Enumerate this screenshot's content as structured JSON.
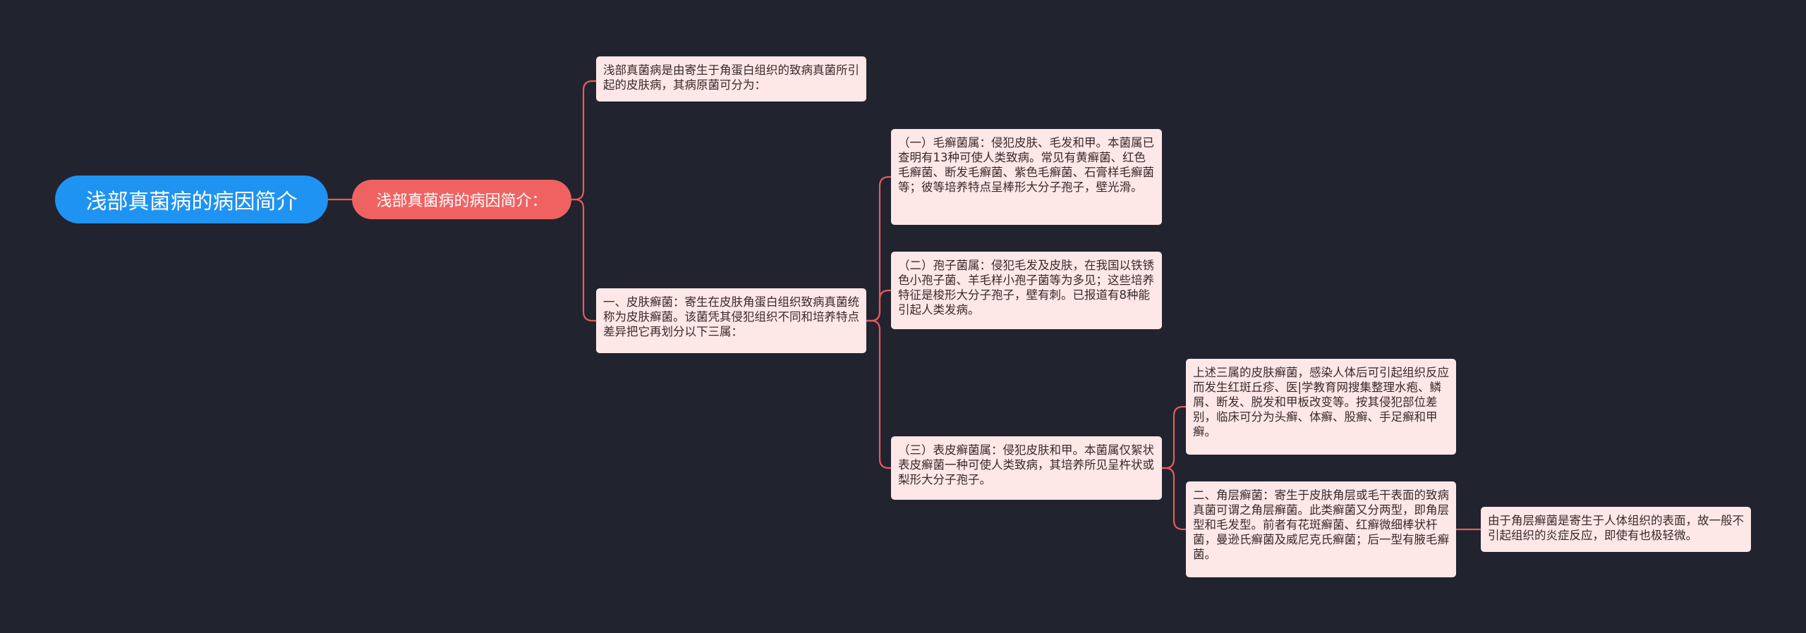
{
  "root": {
    "label": "浅部真菌病的病因简介"
  },
  "main": {
    "label": "浅部真菌病的病因简介："
  },
  "nodes": {
    "intro": "浅部真菌病是由寄生于角蛋白组织的致病真菌所引起的皮肤病，其病原菌可分为：",
    "skin_dermatophyte": "一、皮肤癣菌：寄生在皮肤角蛋白组织致病真菌统称为皮肤癣菌。该菌凭其侵犯组织不同和培养特点差异把它再划分以下三属：",
    "trichophyton": "（一）毛癣菌属：侵犯皮肤、毛发和甲。本菌属已查明有13种可使人类致病。常见有黄癣菌、红色毛癣菌、断发毛癣菌、紫色毛癣菌、石膏样毛癣菌等；彼等培养特点呈棒形大分子孢子，壁光滑。",
    "microsporum": "（二）孢子菌属：侵犯毛发及皮肤，在我国以铁锈色小孢子菌、羊毛样小孢子菌等为多见；这些培养特征是梭形大分子孢子，壁有刺。已报道有8种能引起人类发病。",
    "epidermophyton": "（三）表皮癣菌属：侵犯皮肤和甲。本菌属仅絮状表皮癣菌一种可使人类致病，其培养所见呈杵状或梨形大分子孢子。",
    "symptoms": "上述三属的皮肤癣菌，感染人体后可引起组织反应而发生红斑丘疹、医|学教育网搜集整理水疱、鳞屑、断发、脱发和甲板改变等。按其侵犯部位差别，临床可分为头癣、体癣、股癣、手足癣和甲癣。",
    "keratinophilic": "二、角层癣菌：寄生于皮肤角层或毛干表面的致病真菌可谓之角层癣菌。此类癣菌又分两型，即角层型和毛发型。前者有花斑癣菌、红癣微细棒状杆菌，曼逊氏癣菌及威尼克氏癣菌；后一型有腋毛癣菌。",
    "mild_reaction": "由于角层癣菌是寄生于人体组织的表面，故一般不引起组织的炎症反应，即使有也极轻微。"
  },
  "colors": {
    "background": "#21232f",
    "root": "#1f93f2",
    "main": "#f06262",
    "card": "#fde7e7",
    "link": "#e45c5c"
  }
}
